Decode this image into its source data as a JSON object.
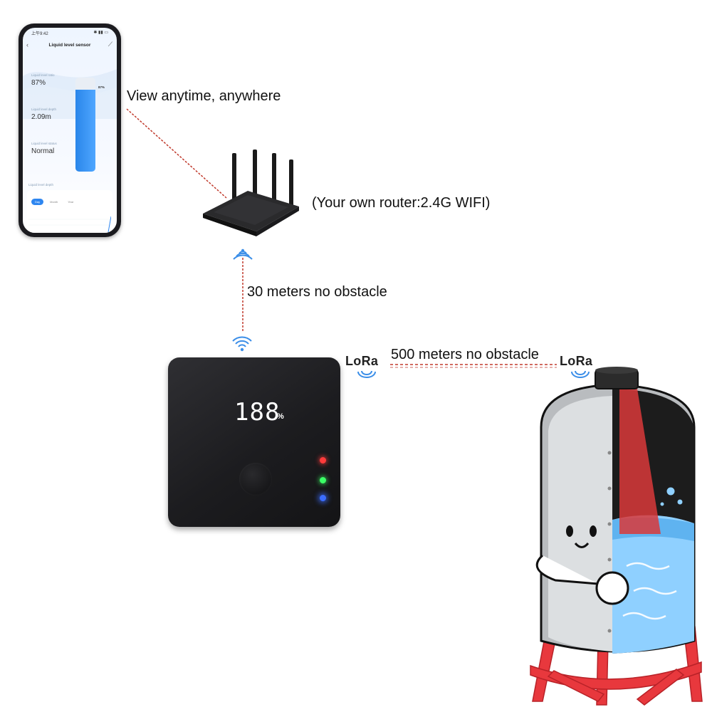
{
  "phone": {
    "status_time": "上午9:42",
    "status_right": "✱ ▮▮ ▭",
    "title": "Liquid level sensor",
    "ratio_label": "Liquid level ratio",
    "ratio_value": "87%",
    "depth_label": "Liquid level depth",
    "depth_value": "2.09m",
    "status_label": "Liquid level status",
    "status_value": "Normal",
    "tank_percent": "87%",
    "fill_fraction": 0.87,
    "chart_label": "Liquid level depth",
    "tabs": [
      "Day",
      "Month",
      "Year"
    ],
    "active_tab": "Day",
    "accent_color": "#2e86f0"
  },
  "captions": {
    "view": "View anytime, anywhere",
    "router": "(Your own router:2.4G WIFI)",
    "wifi_range": "30 meters no obstacle",
    "lora_range": "500 meters no obstacle"
  },
  "lora": {
    "left": "LoRa",
    "right": "LoRa"
  },
  "device": {
    "display": "188",
    "unit": "%",
    "leds": [
      "red",
      "green",
      "blue"
    ]
  },
  "colors": {
    "link_line": "#c0392b",
    "tank_water": "#8fd0ff",
    "tank_stand": "#e8383d",
    "sensor_beam": "#d9383a"
  }
}
